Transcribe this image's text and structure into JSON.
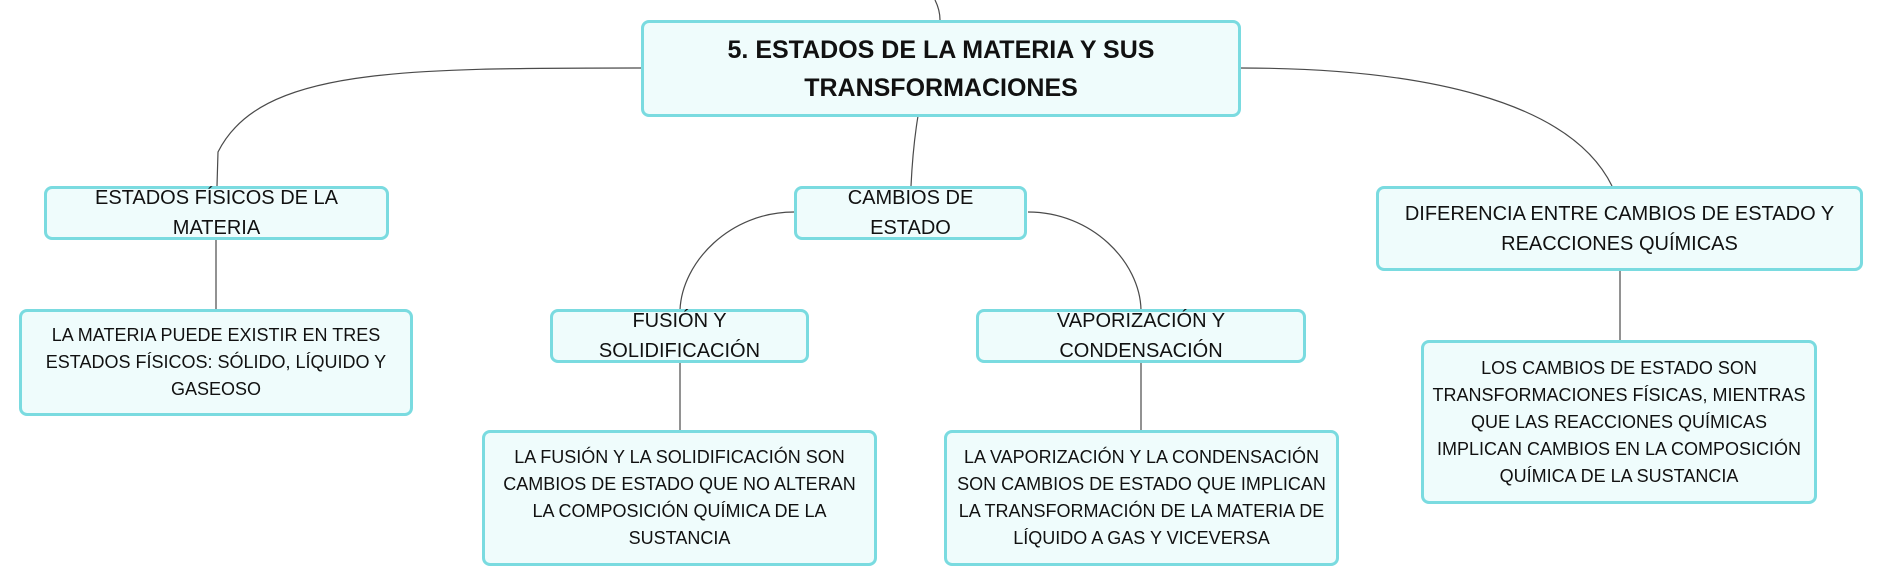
{
  "map": {
    "root": "5. ESTADOS DE LA MATERIA Y SUS TRANSFORMACIONES",
    "topic_states": "ESTADOS FÍSICOS DE LA MATERIA",
    "topic_changes": "CAMBIOS DE ESTADO",
    "topic_difference": "DIFERENCIA ENTRE CAMBIOS DE ESTADO Y REACCIONES QUÍMICAS",
    "sub_fusion": "FUSIÓN Y SOLIDIFICACIÓN",
    "sub_vaporization": "VAPORIZACIÓN Y CONDENSACIÓN",
    "detail_states": "LA MATERIA PUEDE EXISTIR EN TRES ESTADOS FÍSICOS: SÓLIDO, LÍQUIDO Y GASEOSO",
    "detail_fusion": "LA FUSIÓN Y LA SOLIDIFICACIÓN SON CAMBIOS DE ESTADO QUE NO ALTERAN LA COMPOSICIÓN QUÍMICA DE LA SUSTANCIA",
    "detail_vaporization": "LA VAPORIZACIÓN Y LA CONDENSACIÓN SON CAMBIOS DE ESTADO QUE IMPLICAN LA TRANSFORMACIÓN DE LA MATERIA DE LÍQUIDO A GAS Y VICEVERSA",
    "detail_difference": "LOS CAMBIOS DE ESTADO SON TRANSFORMACIONES FÍSICAS, MIENTRAS QUE LAS REACCIONES QUÍMICAS IMPLICAN CAMBIOS EN LA COMPOSICIÓN QUÍMICA DE LA SUSTANCIA"
  },
  "colors": {
    "node_fill": "#effcfc",
    "node_border": "#7adbe0",
    "connector": "#4a4a4a",
    "text": "#111111"
  }
}
